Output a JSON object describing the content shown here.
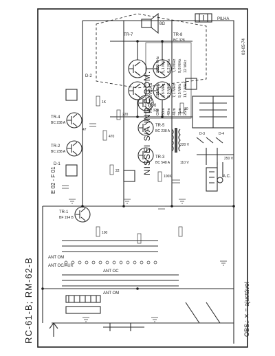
{
  "title_model": "RC-61-B; RM-62-B",
  "title_company": "NISSEI S/A IND E COM.",
  "doc_code": "E 02 - F 01",
  "date_code": "03-05-74",
  "note": "OBS.: ✕ = ajustável",
  "freq_table": {
    "header": "FREQÜÊNCIAS",
    "rows": [
      [
        "OM",
        "531 KHz",
        "1620 KHz"
      ],
      [
        "60m",
        "4,8 MHz",
        "5,1 MHz"
      ],
      [
        "49m",
        "5,9 MHz",
        "6,2 MHz"
      ],
      [
        "41m",
        "7,1 MHz",
        "7,3 MHz"
      ],
      [
        "31m",
        "9,5 MHz",
        "9,8 MHz"
      ],
      [
        "25m",
        "11,7 MHz",
        "12 MHz"
      ]
    ]
  },
  "labels": {
    "pilha": "PILHA",
    "speaker": "8Ω",
    "ac": "A.C.",
    "ant_om": "ANT OM",
    "ant_oc_aux": "ANT OC/AUX",
    "ant_oc": "ANT OC",
    "ant_om_lower": "ANT OM",
    "v220": "220 V",
    "v110": "110 V",
    "v250": "250 V",
    "tr1": "TR-1",
    "tr1_type": "BF 194 B",
    "tr2": "TR-2",
    "tr2_type": "BC 238 A",
    "tr3": "TR-3",
    "tr3_type": "BC 548 A",
    "tr4": "TR-4",
    "tr4_type": "BC 238 A",
    "tr5": "TR-5",
    "tr5_type": "BC 238 A",
    "tr6": "TR-6",
    "tr6_type": "BC 328",
    "tr7": "TR-7",
    "tr8": "TR-8",
    "tr8_type": "BC 328",
    "d1": "D-1",
    "d2": "D-2",
    "d3": "D-3",
    "d4": "D-4",
    "r1k": "1K",
    "r470": "470",
    "r22": "22",
    "r220": "220",
    "r100k": "100K",
    "c47": "47",
    "c10": "10",
    "c100": "100"
  }
}
